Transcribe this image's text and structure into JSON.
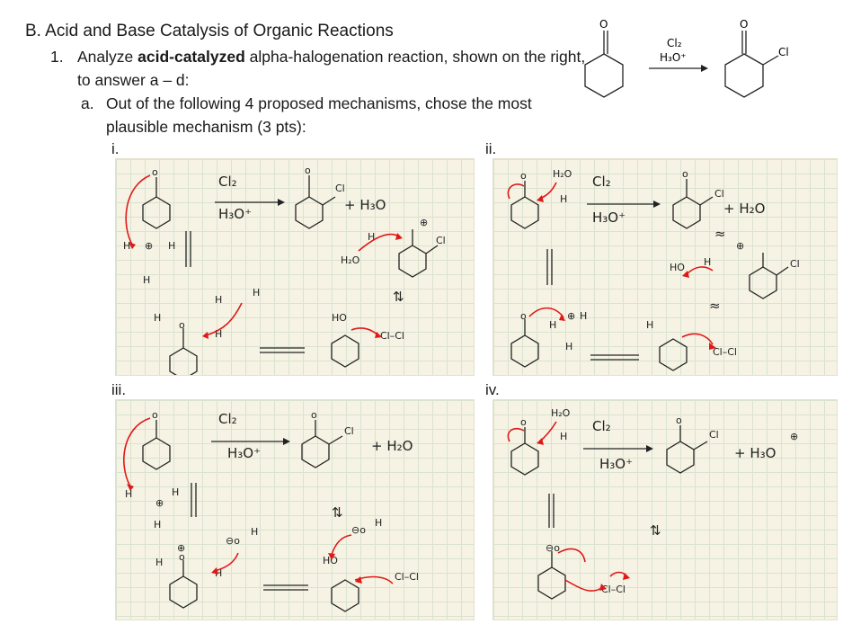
{
  "section": {
    "heading": "B. Acid and Base Catalysis of Organic Reactions"
  },
  "question": {
    "number": "1.",
    "text_before": "Analyze ",
    "bold": "acid-catalyzed",
    "text_after": " alpha-halogenation reaction, shown on the right, to answer a – d:"
  },
  "subquestion": {
    "letter": "a.",
    "text": "Out of the following 4 proposed mechanisms, chose the most plausible mechanism (3 pts):"
  },
  "reaction": {
    "reagent_top": "Cl₂",
    "reagent_bottom": "H₃O⁺",
    "product_substituent": "Cl",
    "reactant_carbonyl": "O",
    "product_carbonyl": "O"
  },
  "mechanisms": {
    "i": {
      "label": "i.",
      "cl2": "Cl₂",
      "h3o": "H₃O⁺",
      "byproduct": "+ H₃O",
      "cl": "Cl",
      "h": "H",
      "h2o": "H₂O",
      "ho": "HO",
      "clcl": "Cl–Cl",
      "plus": "⊕"
    },
    "ii": {
      "label": "ii.",
      "cl2": "Cl₂",
      "h3o": "H₃O⁺",
      "byproduct": "+ H₂O",
      "cl": "Cl",
      "h": "H",
      "h2o": "H₂O",
      "ho": "HO",
      "clcl": "Cl–Cl",
      "plus": "⊕"
    },
    "iii": {
      "label": "iii.",
      "cl2": "Cl₂",
      "h3o": "H₃O⁺",
      "byproduct": "+ H₂O",
      "cl": "Cl",
      "h": "H",
      "ho": "HO",
      "clcl": "Cl–Cl",
      "plus": "⊕"
    },
    "iv": {
      "label": "iv.",
      "cl2": "Cl₂",
      "h3o": "H₃O⁺",
      "byproduct": "+ H₃O",
      "cl": "Cl",
      "h": "H",
      "h2o": "H₂O",
      "clcl": "Cl–Cl",
      "plus": "⊕"
    }
  }
}
